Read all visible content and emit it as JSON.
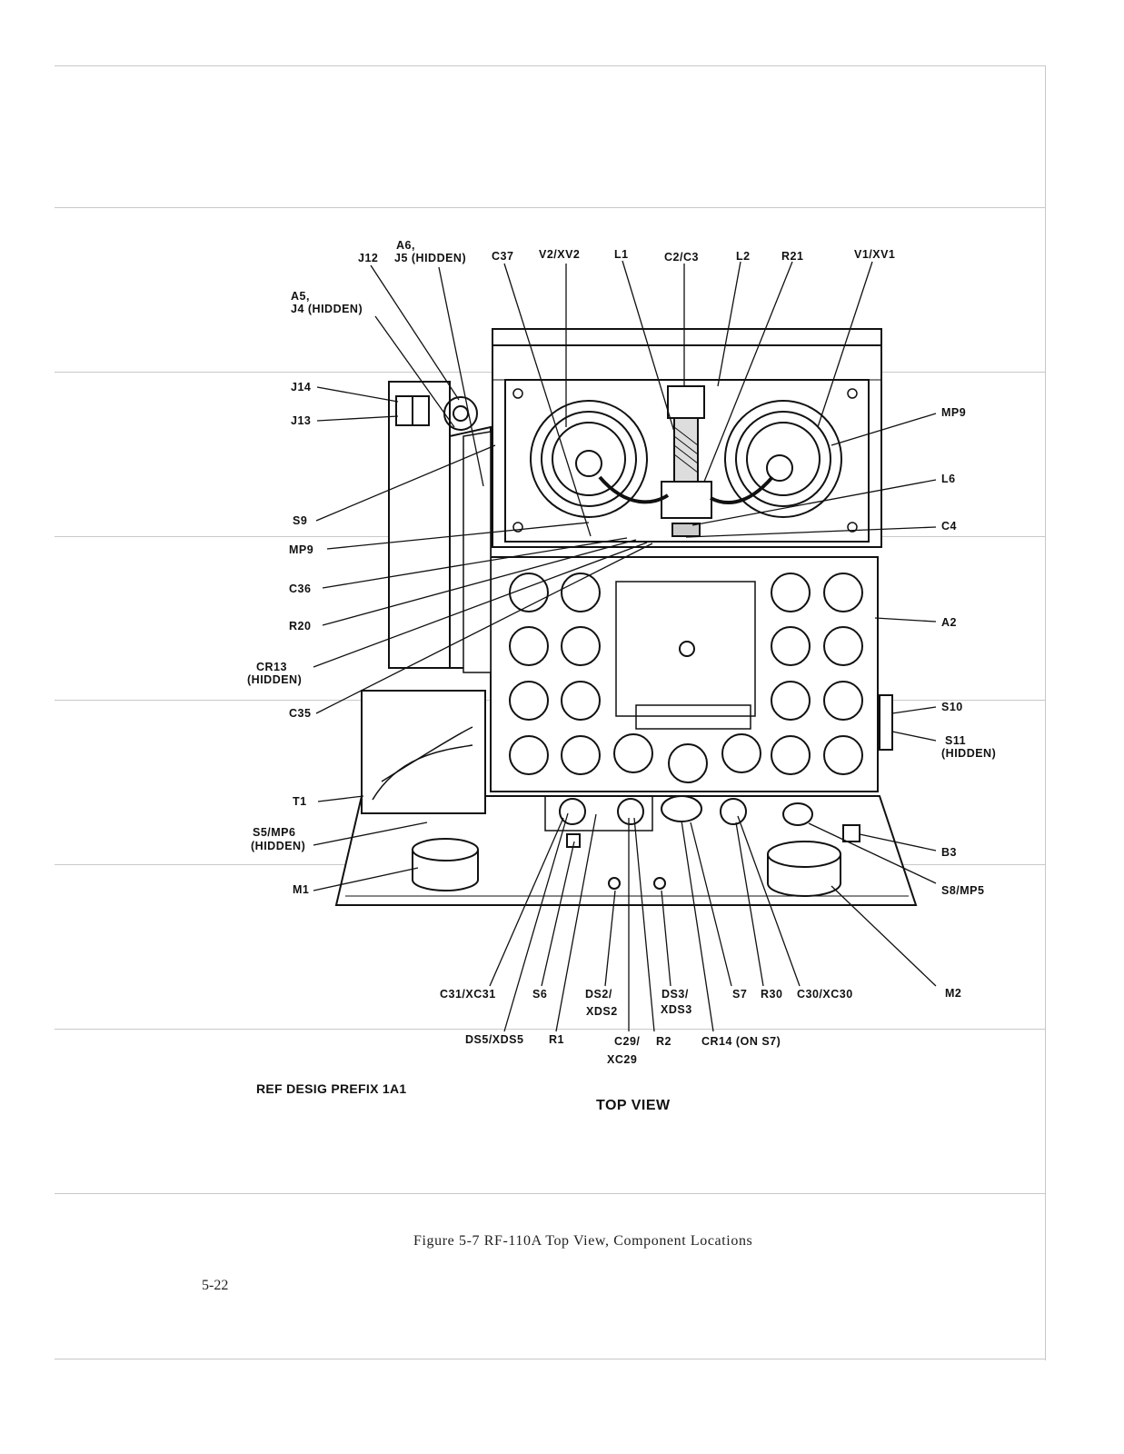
{
  "labels": {
    "a6": "A6,",
    "a6_j5": "J5 (HIDDEN)",
    "j12": "J12",
    "c37": "C37",
    "v2": "V2/XV2",
    "l1": "L1",
    "c2c3": "C2/C3",
    "l2": "L2",
    "r21": "R21",
    "v1": "V1/XV1",
    "a5": "A5,",
    "a5_j4": "J4 (HIDDEN)",
    "j14": "J14",
    "j13": "J13",
    "mp9_right": "MP9",
    "l6": "L6",
    "s9": "S9",
    "mp9_left": "MP9",
    "c4": "C4",
    "c36": "C36",
    "r20": "R20",
    "a2": "A2",
    "cr13": "CR13",
    "cr13_hidden": "(HIDDEN)",
    "c35": "C35",
    "s10": "S10",
    "s11": "S11",
    "s11_hidden": "(HIDDEN)",
    "t1": "T1",
    "s5": "S5/MP6",
    "s5_hidden": "(HIDDEN)",
    "b3": "B3",
    "m1": "M1",
    "s8": "S8/MP5",
    "c31": "C31/XC31",
    "s6": "S6",
    "ds2": "DS2/",
    "ds2b": "XDS2",
    "ds3": "DS3/",
    "ds3b": "XDS3",
    "s7": "S7",
    "r30": "R30",
    "c30": "C30/XC30",
    "m2": "M2",
    "ds5": "DS5/XDS5",
    "r1": "R1",
    "c29": "C29/",
    "c29b": "XC29",
    "r2": "R2",
    "cr14": "CR14 (ON S7)"
  },
  "ref_prefix": "REF DESIG PREFIX 1A1",
  "view_title": "TOP VIEW",
  "caption": "Figure 5-7   RF-110A Top View, Component Locations",
  "page_number": "5-22"
}
